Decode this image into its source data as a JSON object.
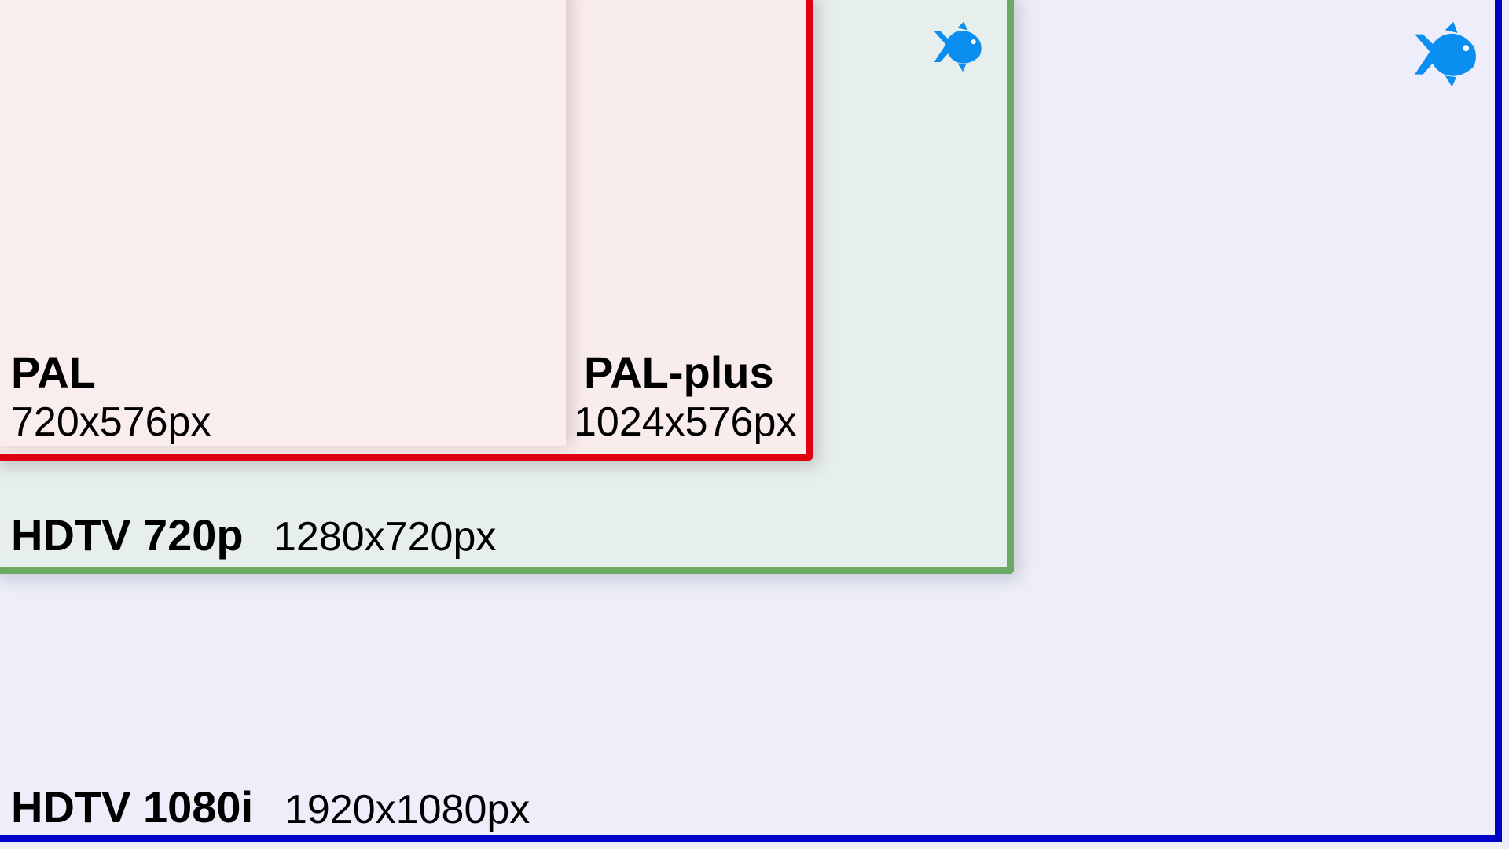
{
  "formats": {
    "hdtv_1080i": {
      "name": "HDTV 1080i",
      "size": "1920x1080px",
      "border_color": "#0000c8",
      "fill_color": "#edeef9",
      "icon": "fish-icon"
    },
    "hdtv_720p": {
      "name": "HDTV 720p",
      "size": "1280x720px",
      "border_color": "#6aaa64",
      "fill_color": "#e6efec",
      "icon": "fish-icon"
    },
    "pal_plus": {
      "name": "PAL-plus",
      "size": "1024x576px",
      "border_color": "#e00010",
      "fill_color": "#f9eced",
      "icon": "fish-icon"
    },
    "pal": {
      "name": "PAL",
      "size": "720x576px",
      "fill_color": "#f9eded",
      "icon": "fish-icon"
    }
  },
  "icon_color": "#0a8eef"
}
